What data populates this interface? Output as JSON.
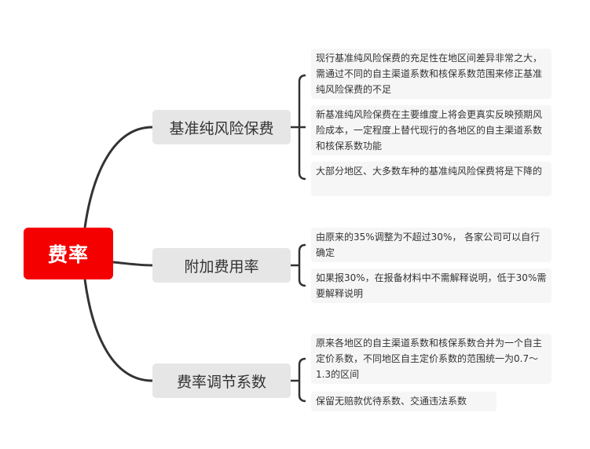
{
  "root": {
    "label": "费率"
  },
  "branches": [
    {
      "label": "基准纯风险保费",
      "leaves": [
        "现行基准纯风险保费的充足性在地区间差异非常之大，需通过不同的自主渠道系数和核保系数范围来修正基准纯风险保费的不足",
        "新基准纯风险保费在主要维度上将会更真实反映预期风险成本，一定程度上替代现行的各地区的自主渠道系数和核保系数功能",
        "大部分地区、大多数车种的基准纯风险保费将是下降的"
      ]
    },
    {
      "label": "附加费用率",
      "leaves": [
        "由原来的35%调整为不超过30%， 各家公司可以自行确定",
        "如果报30%，在报备材料中不需解释说明，低于30%需要解释说明"
      ]
    },
    {
      "label": "费率调节系数",
      "leaves": [
        "原来各地区的自主渠道系数和核保系数合并为一个自主定价系数，不同地区自主定价系数的范围统一为0.7～1.3的区间",
        "保留无赔款优待系数、交通违法系数"
      ]
    }
  ],
  "colors": {
    "root_bg": "#f40000",
    "branch_bg": "#e6e6e6",
    "leaf_bg": "#f7f6f6",
    "line": "#333333"
  }
}
